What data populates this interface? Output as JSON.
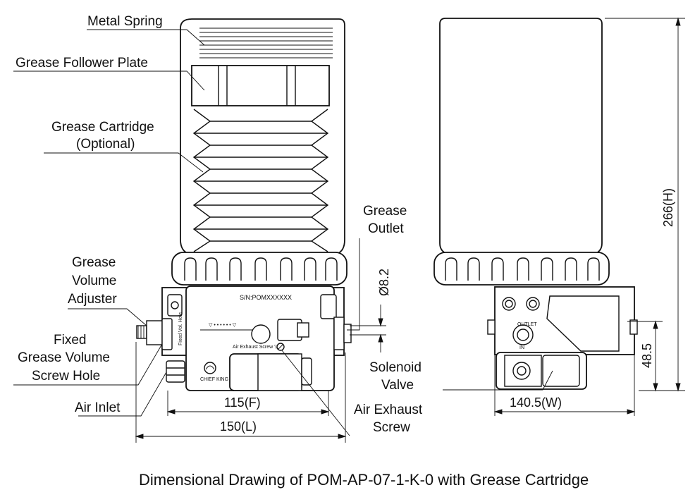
{
  "labels": {
    "metal_spring": "Metal Spring",
    "follower_plate": "Grease Follower Plate",
    "cartridge_line1": "Grease Cartridge",
    "cartridge_line2": "(Optional)",
    "volume_adjuster_line1": "Grease",
    "volume_adjuster_line2": "Volume",
    "volume_adjuster_line3": "Adjuster",
    "fixed_line1": "Fixed",
    "fixed_line2": "Grease Volume",
    "fixed_line3": "Screw Hole",
    "air_inlet": "Air Inlet",
    "grease_outlet_line1": "Grease",
    "grease_outlet_line2": "Outlet",
    "solenoid_line1": "Solenoid",
    "solenoid_line2": "Valve",
    "air_exhaust_line1": "Air Exhaust",
    "air_exhaust_line2": "Screw"
  },
  "dimensions": {
    "diameter": "Ø8.2",
    "width_f": "115(F)",
    "length_l": "150(L)",
    "width_w": "140.5(W)",
    "height_h": "266(H)",
    "height_small": "48.5"
  },
  "markings": {
    "serial": "S/N:POMXXXXXX",
    "air_exhaust_screw": "Air Exhaust Screw ▽",
    "rotation_mark": "▽ • • • • • • ▽",
    "fixed_vol": "Fixed Vol. Hole",
    "brand": "CHIEF KING",
    "outlet_mark": "OUTLET",
    "in_mark": "IN"
  },
  "caption": "Dimensional Drawing of POM-AP-07-1-K-0 with Grease Cartridge"
}
